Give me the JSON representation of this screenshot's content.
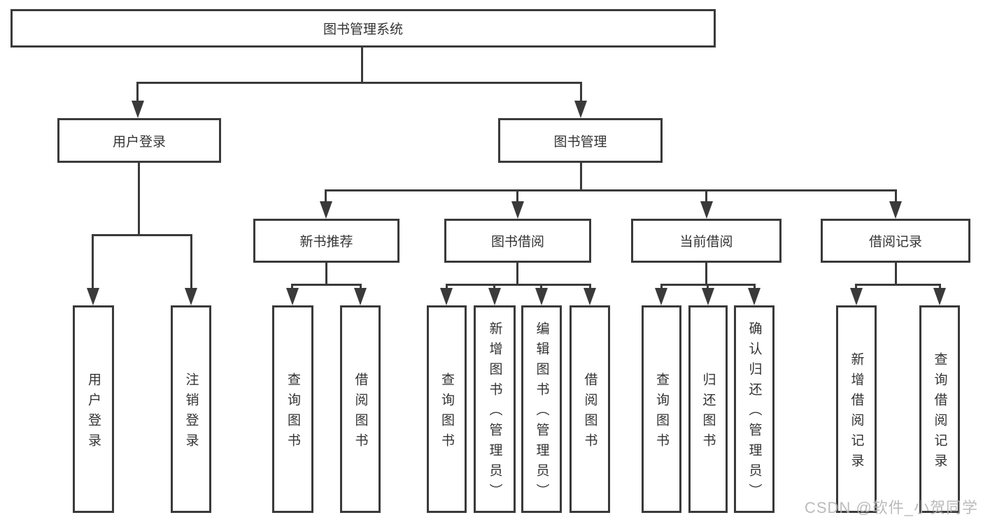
{
  "diagram": {
    "type": "hierarchy-tree",
    "tree": {
      "label": "图书管理系统",
      "children": [
        {
          "label": "用户登录",
          "children": [
            {
              "label": "用户登录"
            },
            {
              "label": "注销登录"
            }
          ]
        },
        {
          "label": "图书管理",
          "children": [
            {
              "label": "新书推荐",
              "children": [
                {
                  "label": "查询图书"
                },
                {
                  "label": "借阅图书"
                }
              ]
            },
            {
              "label": "图书借阅",
              "children": [
                {
                  "label": "查询图书"
                },
                {
                  "label": "新增图书（管理员）"
                },
                {
                  "label": "编辑图书（管理员）"
                },
                {
                  "label": "借阅图书"
                }
              ]
            },
            {
              "label": "当前借阅",
              "children": [
                {
                  "label": "查询图书"
                },
                {
                  "label": "归还图书"
                },
                {
                  "label": "确认归还（管理员）"
                }
              ]
            },
            {
              "label": "借阅记录",
              "children": [
                {
                  "label": "新增借阅记录"
                },
                {
                  "label": "查询借阅记录"
                }
              ]
            }
          ]
        }
      ]
    },
    "colors": {
      "line": "#3a3a3a",
      "text": "#333333",
      "background": "#ffffff",
      "watermark": "#b4b4b4"
    }
  },
  "watermark": {
    "text": "CSDN @软件_小贺同学"
  }
}
